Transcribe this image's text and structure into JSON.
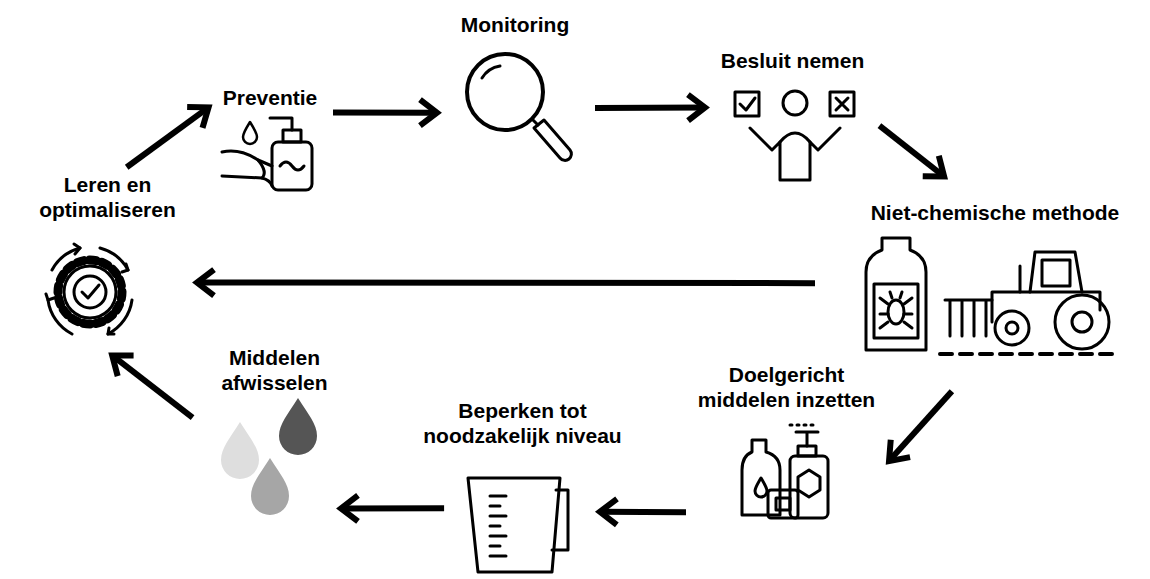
{
  "diagram": {
    "nodes": [
      {
        "text": [
          "Preventie"
        ]
      },
      {
        "text": [
          "Monitoring"
        ]
      },
      {
        "text": [
          "Besluit nemen"
        ]
      },
      {
        "text": [
          "Niet-chemische methode"
        ]
      },
      {
        "text": [
          "Doelgericht middelen inzetten"
        ]
      },
      {
        "text": [
          "Beperken tot noodzakelijk niveau"
        ]
      },
      {
        "text": [
          "Middelen afwisselen"
        ]
      },
      {
        "text": [
          "Leren en optimaliseren"
        ]
      }
    ],
    "edges": [
      {
        "from": 0,
        "to": 1,
        "arrow": "to"
      },
      {
        "from": 1,
        "to": 2,
        "arrow": "to"
      },
      {
        "from": 2,
        "to": 3,
        "arrow": "to"
      },
      {
        "from": 3,
        "to": 4,
        "arrow": "to"
      },
      {
        "from": 4,
        "to": 5,
        "arrow": "to"
      },
      {
        "from": 5,
        "to": 6,
        "arrow": "to"
      },
      {
        "from": 6,
        "to": 7,
        "arrow": "to"
      },
      {
        "from": 3,
        "to": 7,
        "arrow": "to"
      },
      {
        "from": 7,
        "to": 0,
        "arrow": "to"
      }
    ]
  }
}
